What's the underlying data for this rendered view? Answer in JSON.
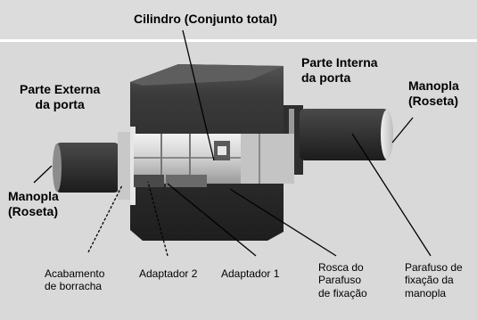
{
  "title": "Cilindro (Conjunto total)",
  "labels": {
    "outside_side": [
      "Parte Externa",
      "da porta"
    ],
    "inside_side": [
      "Parte Interna",
      "da porta"
    ],
    "knob_left": [
      "Manopla",
      "(Roseta)"
    ],
    "knob_right": [
      "Manopla",
      "(Roseta)"
    ],
    "rubber_finish": [
      "Acabamento",
      "de borracha"
    ],
    "adapter_2": "Adaptador 2",
    "adapter_1": "Adaptador 1",
    "screw_thread": [
      "Rosca do",
      "Parafuso",
      "de fixação"
    ],
    "knob_screw": [
      "Parafuso de",
      "fixação da",
      "manopla"
    ]
  },
  "colors": {
    "background": "#d9d9d9",
    "title_band": "#dcdcdc",
    "divider": "#ffffff",
    "body_dark": "#2b2b2b",
    "metal": "#d7d7d7"
  }
}
